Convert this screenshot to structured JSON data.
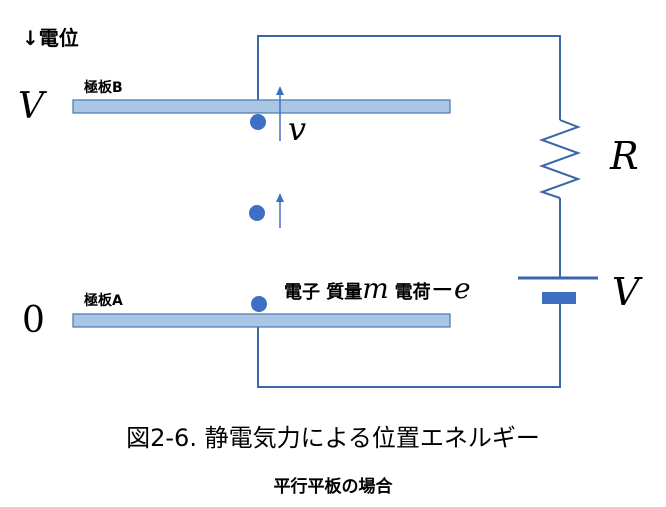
{
  "axis_label": "↓電位",
  "plate_b": {
    "label": "極板B",
    "potential": "V"
  },
  "plate_a": {
    "label": "極板A",
    "potential": "0"
  },
  "velocity_symbol": "v",
  "resistor_symbol": "R",
  "battery_symbol": "V",
  "electron_caption": {
    "text1": "電子 質量",
    "mass_symbol": "m",
    "text2": "電荷",
    "charge_symbol": "−e"
  },
  "figure_caption": "図2-6.  静電気力による位置エネルギー",
  "figure_subcaption": "平行平板の場合",
  "colors": {
    "plate_fill": "#a9c6e4",
    "plate_stroke": "#4a76ad",
    "electron": "#3f6fc4",
    "wire": "#3d66a8",
    "battery_neg": "#3f6fc4"
  }
}
